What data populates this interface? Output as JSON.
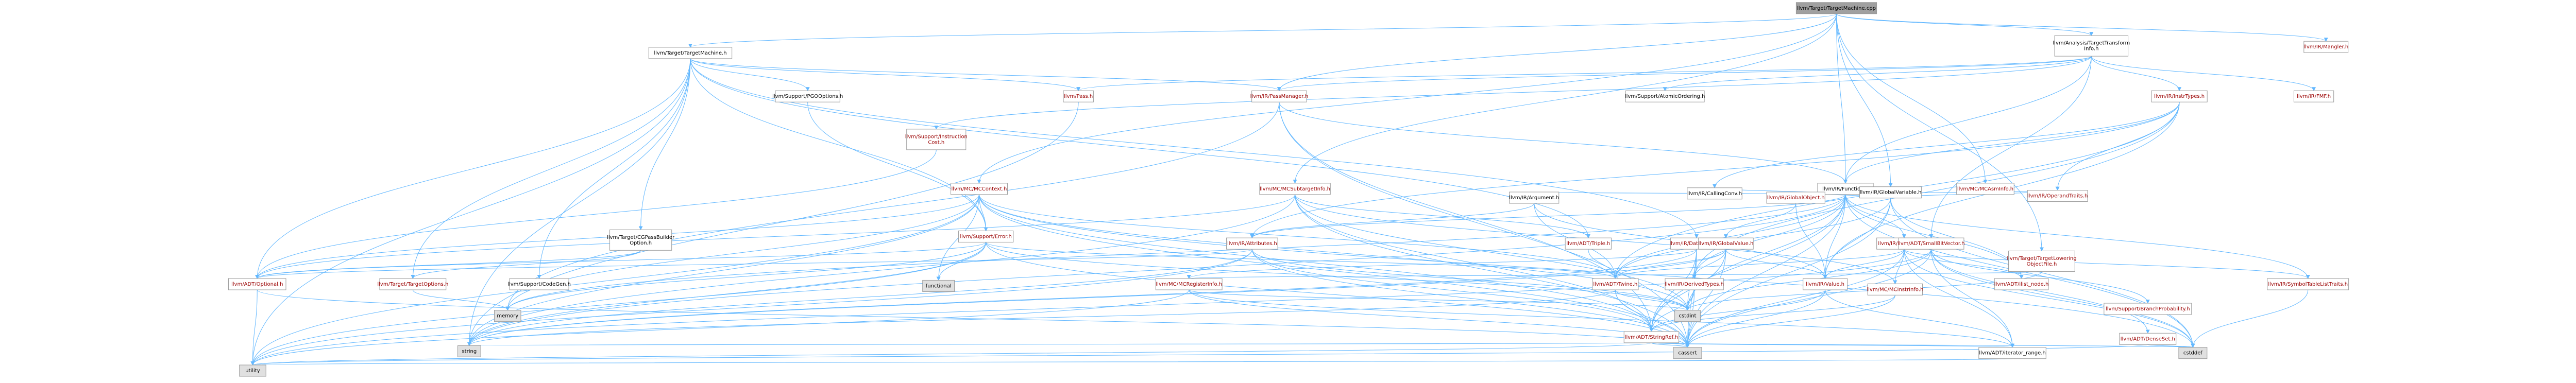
{
  "colors": {
    "root_fill": "#a0a0a0",
    "link_text": "#9a0000",
    "external_text": "#000000",
    "external_fill": "#e0e0e0",
    "edge": "#63b8ff",
    "node_fill": "#ffffff"
  },
  "nodes": [
    {
      "id": "root",
      "lines": [
        "llvm/Target/TargetMachine.cpp"
      ],
      "kind": "root"
    },
    {
      "id": "tm_h",
      "lines": [
        "llvm/Target/TargetMachine.h"
      ],
      "kind": "plain"
    },
    {
      "id": "ata_h",
      "lines": [
        "llvm/Analysis/TargetTransform",
        "Info.h"
      ],
      "kind": "plain"
    },
    {
      "id": "mangler_h",
      "lines": [
        "llvm/IR/Mangler.h"
      ],
      "kind": "link"
    },
    {
      "id": "pgoopt_h",
      "lines": [
        "llvm/Support/PGOOptions.h"
      ],
      "kind": "plain"
    },
    {
      "id": "pass_h",
      "lines": [
        "llvm/Pass.h"
      ],
      "kind": "link"
    },
    {
      "id": "passmgr_h",
      "lines": [
        "llvm/IR/PassManager.h"
      ],
      "kind": "link"
    },
    {
      "id": "instrtypes_h",
      "lines": [
        "llvm/IR/InstrTypes.h"
      ],
      "kind": "link"
    },
    {
      "id": "fmf_h",
      "lines": [
        "llvm/IR/FMF.h"
      ],
      "kind": "link"
    },
    {
      "id": "atomicord_h",
      "lines": [
        "llvm/Support/AtomicOrdering.h"
      ],
      "kind": "plain"
    },
    {
      "id": "instrcost_h",
      "lines": [
        "llvm/Support/Instruction",
        "Cost.h"
      ],
      "kind": "link"
    },
    {
      "id": "mcasminfo_h",
      "lines": [
        "llvm/MC/MCAsmInfo.h"
      ],
      "kind": "link"
    },
    {
      "id": "function_h",
      "lines": [
        "llvm/IR/Function.h"
      ],
      "kind": "plain"
    },
    {
      "id": "globalvar_h",
      "lines": [
        "llvm/IR/GlobalVariable.h"
      ],
      "kind": "plain"
    },
    {
      "id": "tlof_h",
      "lines": [
        "llvm/Target/TargetLowering",
        "ObjectFile.h"
      ],
      "kind": "link"
    },
    {
      "id": "cgpassbuilder_h",
      "lines": [
        "llvm/Target/CGPassBuilder",
        "Option.h"
      ],
      "kind": "plain"
    },
    {
      "id": "mccontext_h",
      "lines": [
        "llvm/MC/MCContext.h"
      ],
      "kind": "link"
    },
    {
      "id": "mcsubtarget_h",
      "lines": [
        "llvm/MC/MCSubtargetInfo.h"
      ],
      "kind": "link"
    },
    {
      "id": "argument_h",
      "lines": [
        "llvm/IR/Argument.h"
      ],
      "kind": "plain"
    },
    {
      "id": "callingconv_h",
      "lines": [
        "llvm/IR/CallingConv.h"
      ],
      "kind": "plain"
    },
    {
      "id": "globalobject_h",
      "lines": [
        "llvm/IR/GlobalObject.h"
      ],
      "kind": "link"
    },
    {
      "id": "operandtraits_h",
      "lines": [
        "llvm/IR/OperandTraits.h"
      ],
      "kind": "link"
    },
    {
      "id": "supporterror_h",
      "lines": [
        "llvm/Support/Error.h"
      ],
      "kind": "link"
    },
    {
      "id": "attributes_h",
      "lines": [
        "llvm/IR/Attributes.h"
      ],
      "kind": "link"
    },
    {
      "id": "triple_h",
      "lines": [
        "llvm/ADT/Triple.h"
      ],
      "kind": "link"
    },
    {
      "id": "datalayout_h",
      "lines": [
        "llvm/IR/DataLayout.h"
      ],
      "kind": "link"
    },
    {
      "id": "globalvalue_h",
      "lines": [
        "llvm/IR/GlobalValue.h"
      ],
      "kind": "link"
    },
    {
      "id": "basicblock_h",
      "lines": [
        "llvm/IR/BasicBlock.h"
      ],
      "kind": "link"
    },
    {
      "id": "smallbitvector_h",
      "lines": [
        "llvm/ADT/SmallBitVector.h"
      ],
      "kind": "link"
    },
    {
      "id": "optional_h",
      "lines": [
        "llvm/ADT/Optional.h"
      ],
      "kind": "link"
    },
    {
      "id": "targetoptions_h",
      "lines": [
        "llvm/Target/TargetOptions.h"
      ],
      "kind": "link"
    },
    {
      "id": "codegen_h",
      "lines": [
        "llvm/Support/CodeGen.h"
      ],
      "kind": "plain"
    },
    {
      "id": "functional",
      "lines": [
        "functional"
      ],
      "kind": "external"
    },
    {
      "id": "mcregisterinfo_h",
      "lines": [
        "llvm/MC/MCRegisterInfo.h"
      ],
      "kind": "link"
    },
    {
      "id": "twine_h",
      "lines": [
        "llvm/ADT/Twine.h"
      ],
      "kind": "link"
    },
    {
      "id": "derivedtypes_h",
      "lines": [
        "llvm/IR/DerivedTypes.h"
      ],
      "kind": "link"
    },
    {
      "id": "value_h",
      "lines": [
        "llvm/IR/Value.h"
      ],
      "kind": "link"
    },
    {
      "id": "mcinstrinfo_h",
      "lines": [
        "llvm/MC/MCInstrInfo.h"
      ],
      "kind": "link"
    },
    {
      "id": "ilistnode_h",
      "lines": [
        "llvm/ADT/ilist_node.h"
      ],
      "kind": "link"
    },
    {
      "id": "symtablelisttraits_h",
      "lines": [
        "llvm/IR/SymbolTableListTraits.h"
      ],
      "kind": "link"
    },
    {
      "id": "branchprob_h",
      "lines": [
        "llvm/Support/BranchProbability.h"
      ],
      "kind": "link"
    },
    {
      "id": "densese_h",
      "lines": [
        "llvm/ADT/DenseSet.h"
      ],
      "kind": "link"
    },
    {
      "id": "memory",
      "lines": [
        "memory"
      ],
      "kind": "external"
    },
    {
      "id": "cstdint",
      "lines": [
        "cstdint"
      ],
      "kind": "external"
    },
    {
      "id": "stringref_h",
      "lines": [
        "llvm/ADT/StringRef.h"
      ],
      "kind": "link"
    },
    {
      "id": "string",
      "lines": [
        "string"
      ],
      "kind": "external"
    },
    {
      "id": "cassert",
      "lines": [
        "cassert"
      ],
      "kind": "external"
    },
    {
      "id": "iterrange_h",
      "lines": [
        "llvm/ADT/iterator_range.h"
      ],
      "kind": "plain"
    },
    {
      "id": "cstddef",
      "lines": [
        "cstddef"
      ],
      "kind": "external"
    },
    {
      "id": "utility",
      "lines": [
        "utility"
      ],
      "kind": "external"
    }
  ]
}
